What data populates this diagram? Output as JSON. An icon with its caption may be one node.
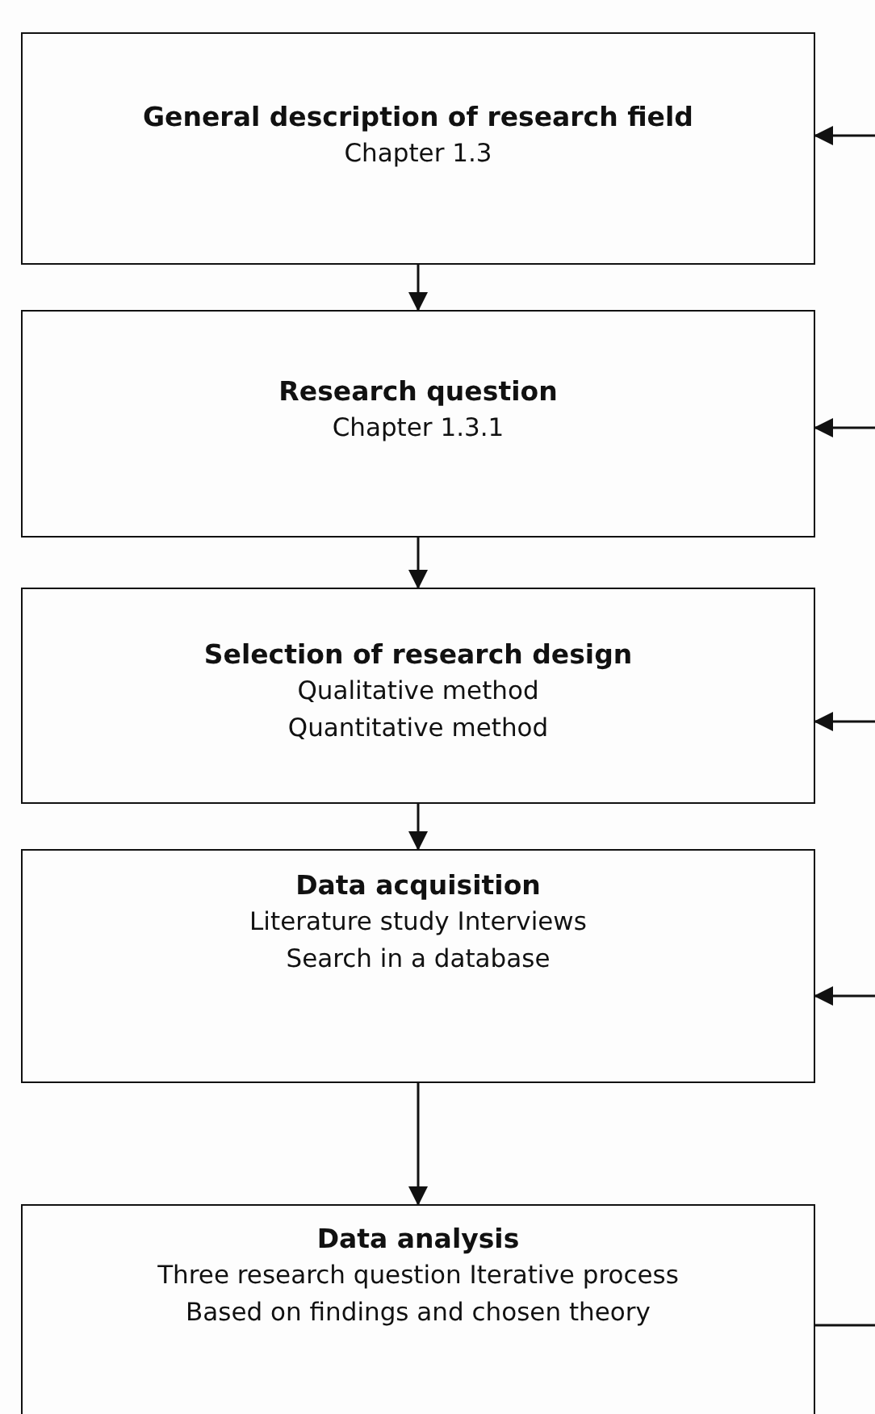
{
  "diagram": {
    "nodes": [
      {
        "text": [
          "General description of research field",
          "Chapter 1.3"
        ]
      },
      {
        "text": [
          "Research question",
          "Chapter 1.3.1"
        ]
      },
      {
        "text": [
          "Selection of research design",
          "Qualitative method Quantitative method"
        ]
      },
      {
        "text": [
          "Data acquisition",
          "Literature study Interviews Search in a database"
        ]
      },
      {
        "text": [
          "Data analysis",
          "Three research question Iterative process Based on findings and chosen theory"
        ]
      }
    ],
    "edges": [
      {
        "from": 0,
        "to": 1,
        "arrow": "to"
      },
      {
        "from": 1,
        "to": 2,
        "arrow": "to"
      },
      {
        "from": 2,
        "to": 3,
        "arrow": "to"
      },
      {
        "from": 3,
        "to": 4,
        "arrow": "to"
      },
      {
        "from": null,
        "to": 0,
        "arrow": "to"
      },
      {
        "from": null,
        "to": 1,
        "arrow": "to"
      },
      {
        "from": null,
        "to": 2,
        "arrow": "to"
      },
      {
        "from": null,
        "to": 3,
        "arrow": "to"
      },
      {
        "from": 4,
        "to": null,
        "arrow": "none"
      }
    ]
  }
}
